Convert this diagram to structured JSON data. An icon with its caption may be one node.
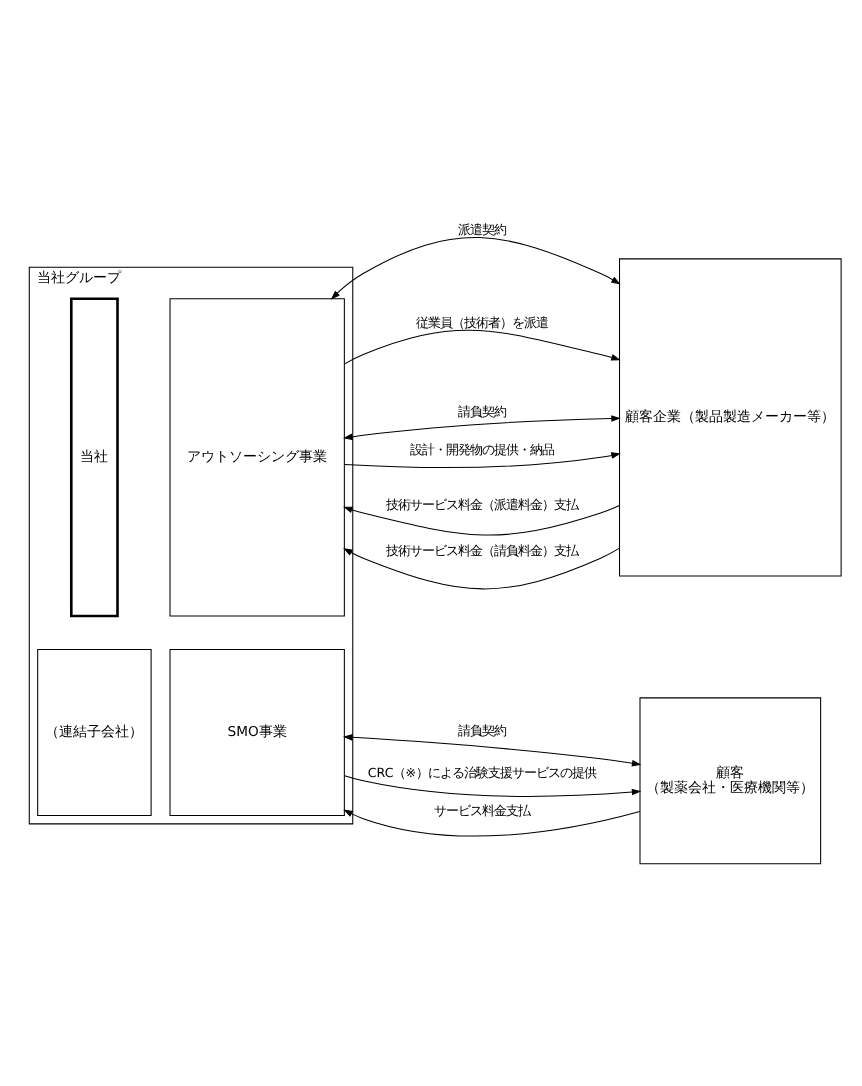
{
  "diagram": {
    "nodes": [
      {
        "text": [
          "当社グループ"
        ]
      },
      {
        "text": [
          "当社"
        ],
        "in": 0
      },
      {
        "text": [
          "アウトソーシング事業"
        ],
        "in": 0
      },
      {
        "text": [
          "（連結子会社）"
        ],
        "in": 0
      },
      {
        "text": [
          "SMO事業"
        ],
        "in": 0
      },
      {
        "text": [
          "顧客企業（製品製造メーカー等）"
        ]
      },
      {
        "text": [
          "顧客",
          "（製薬会社・医療機関等）"
        ]
      }
    ],
    "edges": [
      {
        "from": 2,
        "to": 5,
        "arrow": "both",
        "label": "派遣契約"
      },
      {
        "from": 2,
        "to": 5,
        "arrow": "to",
        "label": "従業員（技術者）を派遣"
      },
      {
        "from": 5,
        "to": 2,
        "arrow": "to",
        "label": "技術サービス料金（派遣料金）支払"
      },
      {
        "from": 2,
        "to": 5,
        "arrow": "both",
        "label": "請負契約"
      },
      {
        "from": 2,
        "to": 5,
        "arrow": "to",
        "label": "設計・開発物の提供・納品"
      },
      {
        "from": 5,
        "to": 2,
        "arrow": "to",
        "label": "技術サービス料金（請負料金）支払"
      },
      {
        "from": 4,
        "to": 6,
        "arrow": "both",
        "label": "請負契約"
      },
      {
        "from": 4,
        "to": 6,
        "arrow": "to",
        "label": "CRC（※）による治験支援サービスの提供"
      },
      {
        "from": 6,
        "to": 4,
        "arrow": "to",
        "label": "サービス料金支払"
      }
    ]
  }
}
